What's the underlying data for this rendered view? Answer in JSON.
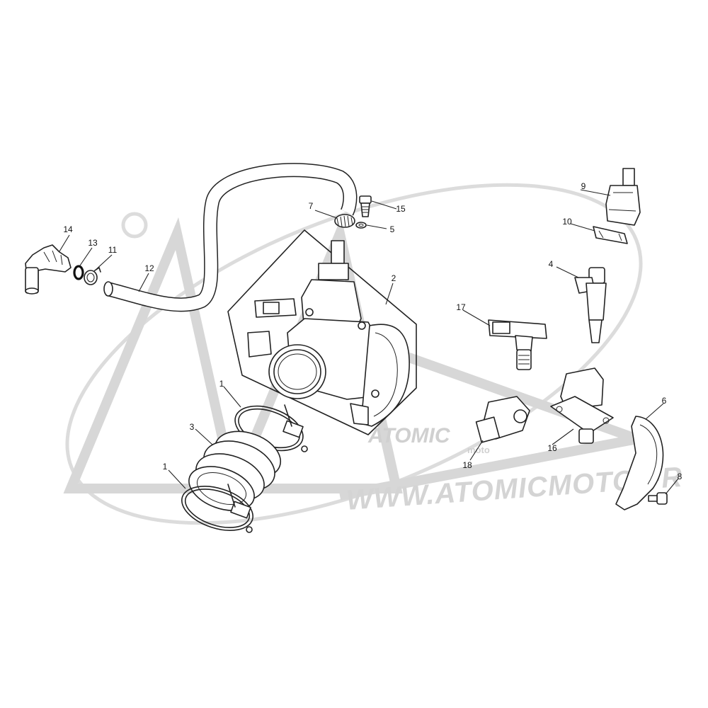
{
  "watermark": {
    "url_text": "WWW.ATOMICMOTO.FR",
    "logo_text": "ATOMIC",
    "logo_sub": "moto"
  },
  "callouts": [
    {
      "id": "c1a",
      "label": "1"
    },
    {
      "id": "c1b",
      "label": "1"
    },
    {
      "id": "c2",
      "label": "2"
    },
    {
      "id": "c3",
      "label": "3"
    },
    {
      "id": "c4",
      "label": "4"
    },
    {
      "id": "c5",
      "label": "5"
    },
    {
      "id": "c6",
      "label": "6"
    },
    {
      "id": "c7",
      "label": "7"
    },
    {
      "id": "c8",
      "label": "8"
    },
    {
      "id": "c9",
      "label": "9"
    },
    {
      "id": "c10",
      "label": "10"
    },
    {
      "id": "c11",
      "label": "11"
    },
    {
      "id": "c12",
      "label": "12"
    },
    {
      "id": "c13",
      "label": "13"
    },
    {
      "id": "c14",
      "label": "14"
    },
    {
      "id": "c15",
      "label": "15"
    },
    {
      "id": "c16",
      "label": "16"
    },
    {
      "id": "c17",
      "label": "17"
    },
    {
      "id": "c18",
      "label": "18"
    }
  ]
}
